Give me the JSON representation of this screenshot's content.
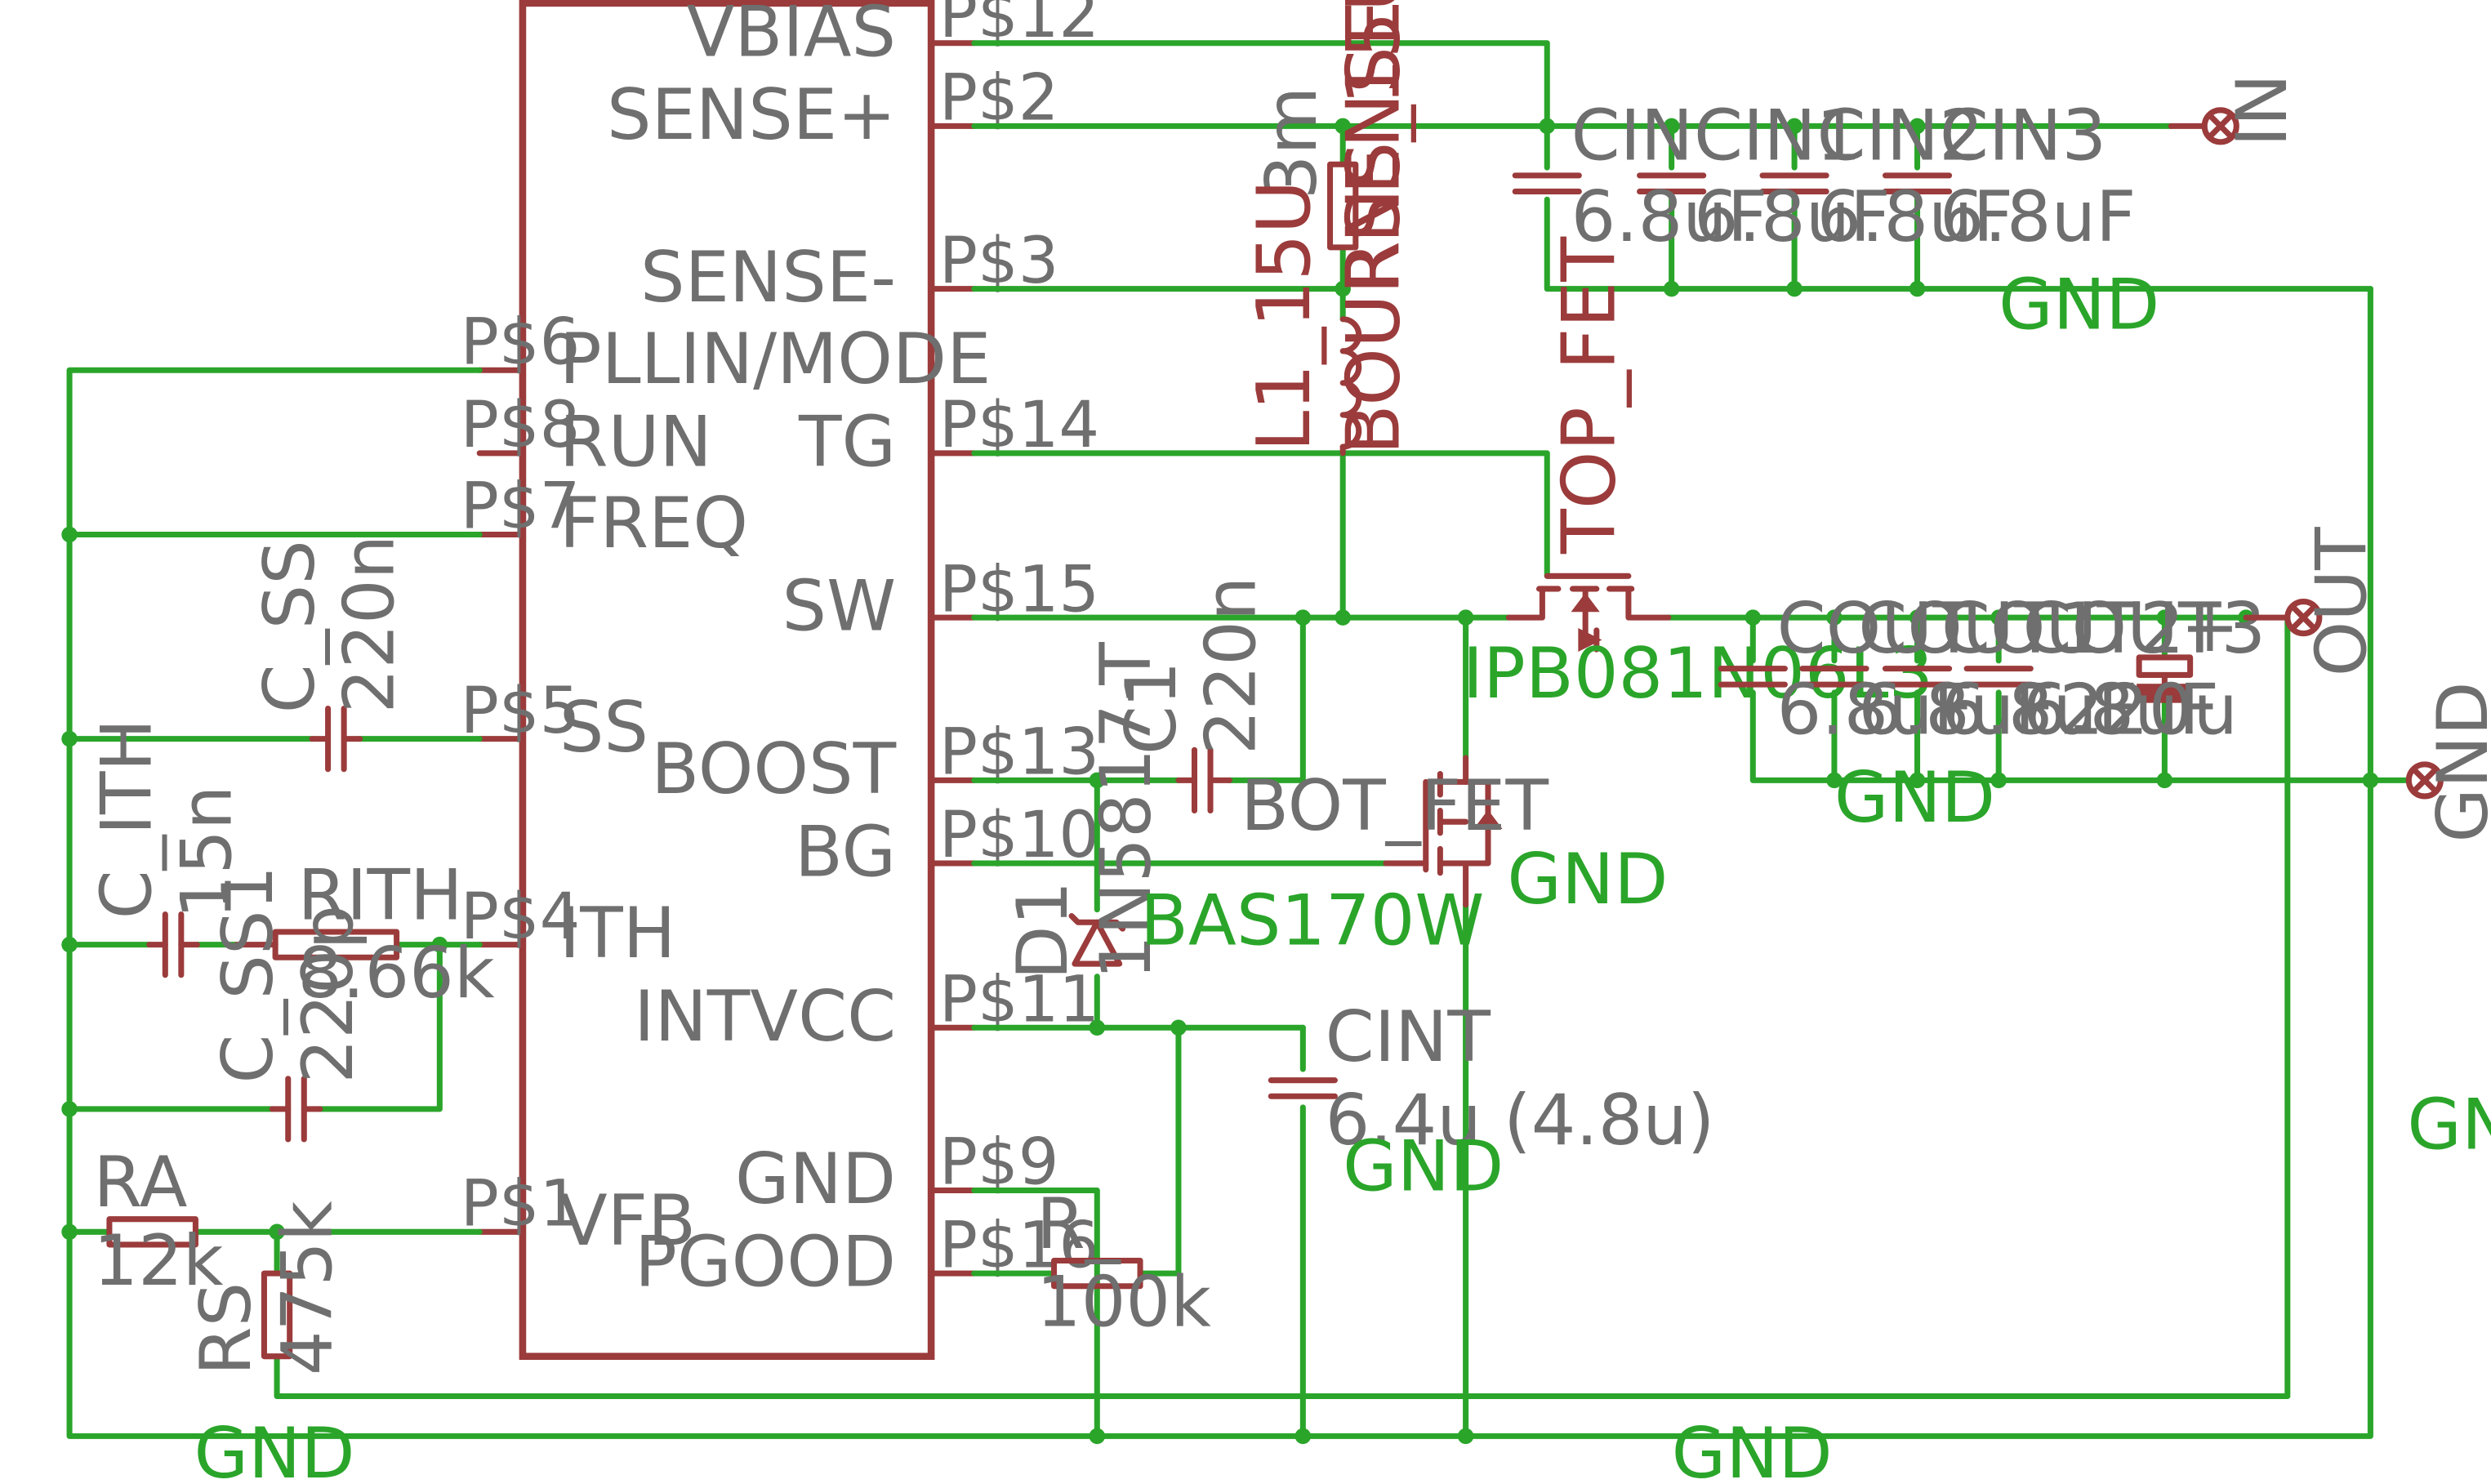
{
  "ic": {
    "pins_left": [
      {
        "num": "P$6",
        "name": "PLLIN/MODE"
      },
      {
        "num": "P$8",
        "name": "RUN"
      },
      {
        "num": "P$7",
        "name": "FREQ"
      },
      {
        "num": "P$5",
        "name": "SS"
      },
      {
        "num": "P$4",
        "name": "ITH"
      },
      {
        "num": "P$1",
        "name": "VFB"
      }
    ],
    "pins_right": [
      {
        "num": "P$12",
        "name": "VBIAS"
      },
      {
        "num": "P$2",
        "name": "SENSE+"
      },
      {
        "num": "P$3",
        "name": "SENSE-"
      },
      {
        "num": "P$14",
        "name": "TG"
      },
      {
        "num": "P$15",
        "name": "SW"
      },
      {
        "num": "P$13",
        "name": "BOOST"
      },
      {
        "num": "P$10",
        "name": "BG"
      },
      {
        "num": "P$11",
        "name": "INTVCC"
      },
      {
        "num": "P$9",
        "name": "GND"
      },
      {
        "num": "P$16",
        "name": "PGOOD"
      }
    ]
  },
  "components": {
    "c_ss": {
      "name": "C_SS",
      "value": "220n"
    },
    "c_ith": {
      "name": "C_ITH",
      "value": "15n"
    },
    "rith": {
      "name": "RITH",
      "value": "8.66k"
    },
    "c_ss1": {
      "name": "C_SS1",
      "value": "220p"
    },
    "ra": {
      "name": "RA",
      "value": "12k"
    },
    "rs": {
      "name": "RS",
      "value": "475k"
    },
    "r_pgood": {
      "name": "R_",
      "value": "100k"
    },
    "c1": {
      "name": "C1",
      "value": "220n"
    },
    "d1": {
      "name": "D1",
      "part": "1N5817-T"
    },
    "d1_part2": "BAS170W",
    "cint": {
      "name": "CINT",
      "value": "6.4u (4.8u)"
    },
    "rsense": {
      "value": "3m",
      "name": "BOURNS_15U"
    },
    "rsense_name2": "RSENSE",
    "l1": {
      "name": "L1_15U"
    },
    "top_fet": {
      "name": "TOP_FET",
      "part": "IPB081N06L3"
    },
    "bot_fet": {
      "name": "BOT_FET"
    },
    "cin": [
      {
        "name": "CIN",
        "value": "6.8uF"
      },
      {
        "name": "CIN1",
        "value": "6.8uF"
      },
      {
        "name": "CIN2",
        "value": "6.8uF"
      },
      {
        "name": "CIN3",
        "value": "6.8uF"
      }
    ],
    "cout": [
      {
        "name": "COUT",
        "value": "6.8uF"
      },
      {
        "name": "COUT1",
        "value": "6.8uF"
      },
      {
        "name": "COUT2",
        "value": "6.8uF"
      },
      {
        "name": "COUT3",
        "value": "220u"
      }
    ],
    "cout_value_overlap": "6.8uF"
  },
  "nets": {
    "in": "IN",
    "out": "OUT",
    "gnd": "GND"
  },
  "colors": {
    "wire": "#2aa52a",
    "part": "#9b3b3b",
    "label": "#6f6f6f"
  }
}
